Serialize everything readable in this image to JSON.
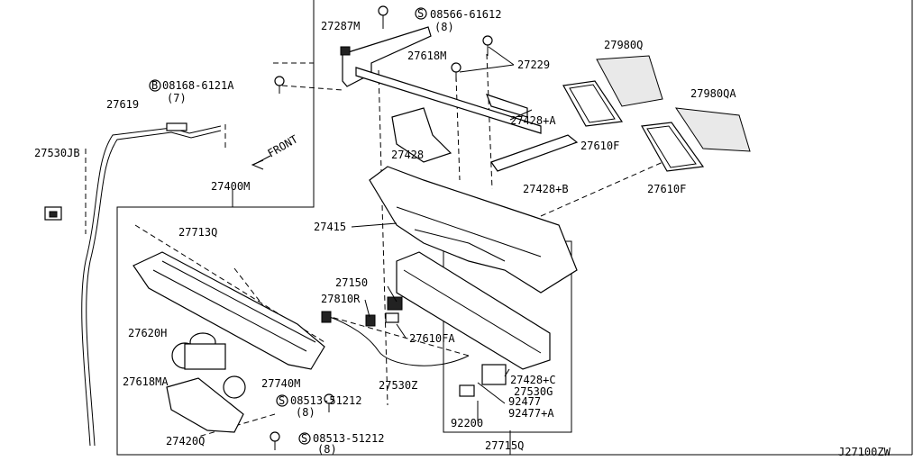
{
  "diagram_id": "J27100ZW",
  "direction_label": "FRONT",
  "labels": {
    "p27287M": "27287M",
    "p08566": "08566-61612",
    "p08566_qty": "(8)",
    "p27618M": "27618M",
    "p27229": "27229",
    "p08168": "08168-6121A",
    "p08168_qty": "(7)",
    "p27619": "27619",
    "p27530JB": "27530JB",
    "p27428A": "27428+A",
    "p27428": "27428",
    "p27980Q": "27980Q",
    "p27980QA": "27980QA",
    "p27610F_1": "27610F",
    "p27610F_2": "27610F",
    "p27428B": "27428+B",
    "p27400M": "27400M",
    "p27713Q": "27713Q",
    "p27415": "27415",
    "p27150": "27150",
    "p27810R": "27810R",
    "p27610FA": "27610FA",
    "p27620H": "27620H",
    "p27618MA": "27618MA",
    "p27740M": "27740M",
    "p08513_1": "08513-51212",
    "p08513_1_qty": "(8)",
    "p27530Z": "27530Z",
    "p27428C": "27428+C",
    "p27530G": "27530G",
    "p92477": "92477",
    "p92477A": "92477+A",
    "p92200": "92200",
    "p27420Q": "27420Q",
    "p08513_2": "08513-51212",
    "p08513_2_qty": "(8)",
    "p27715Q": "27715Q"
  },
  "markers": {
    "s": "S",
    "b": "B"
  }
}
